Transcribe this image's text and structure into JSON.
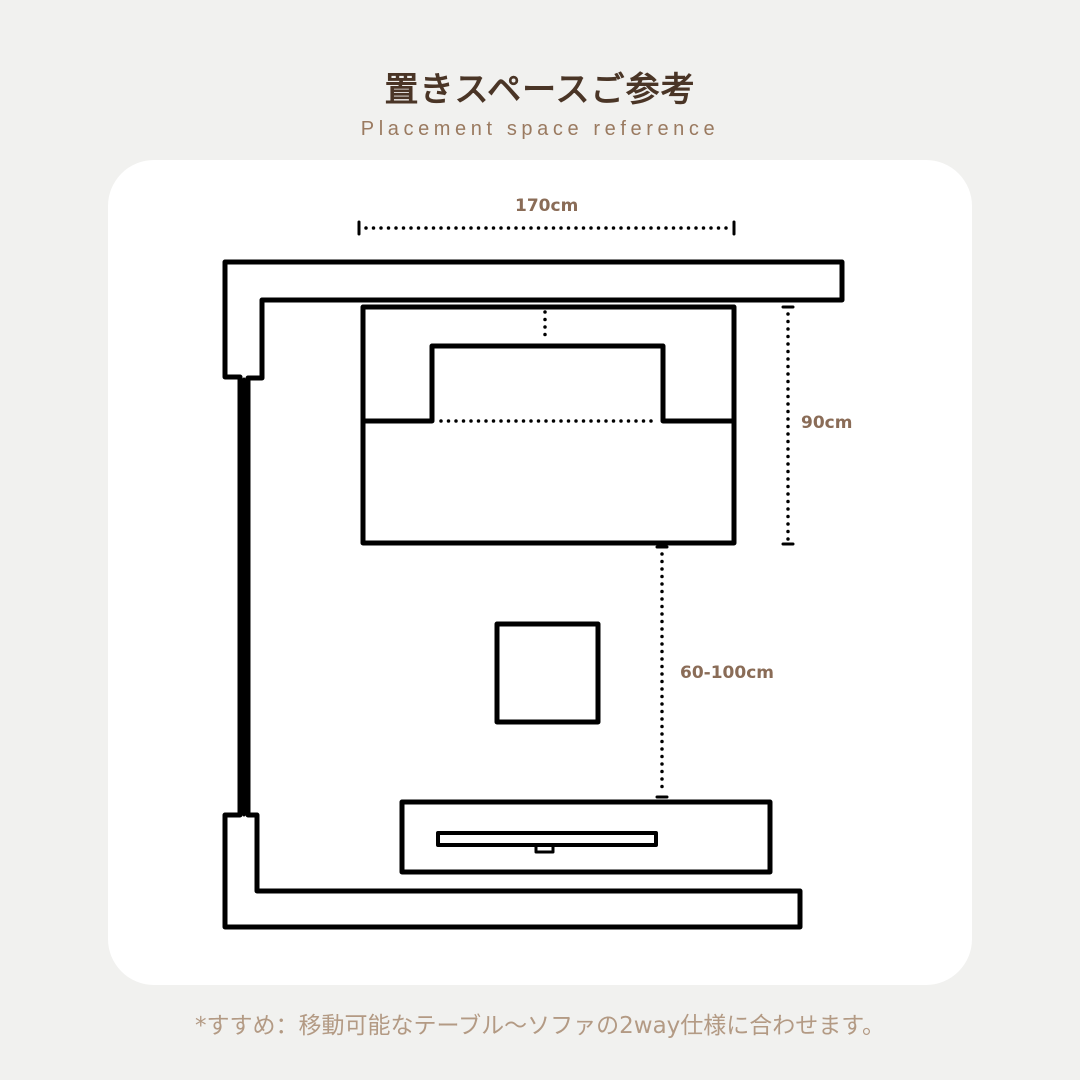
{
  "header": {
    "title": "置きスペースご参考",
    "subtitle": "Placement space reference"
  },
  "diagram": {
    "type": "floor-plan",
    "dimensions": {
      "width_label": "170cm",
      "sofa_depth_label": "90cm",
      "clearance_label": "60-100cm"
    },
    "elements": [
      "wall",
      "window",
      "sofa",
      "coffee-table",
      "tv-board",
      "tv"
    ],
    "colors": {
      "line": "#000000",
      "label": "#8a6c57",
      "title": "#4a3526",
      "background": "#f1f1ef",
      "card": "#ffffff"
    }
  },
  "footer": {
    "note": "*すすめ：移動可能なテーブル～ソファの2way仕様に合わせます。"
  }
}
